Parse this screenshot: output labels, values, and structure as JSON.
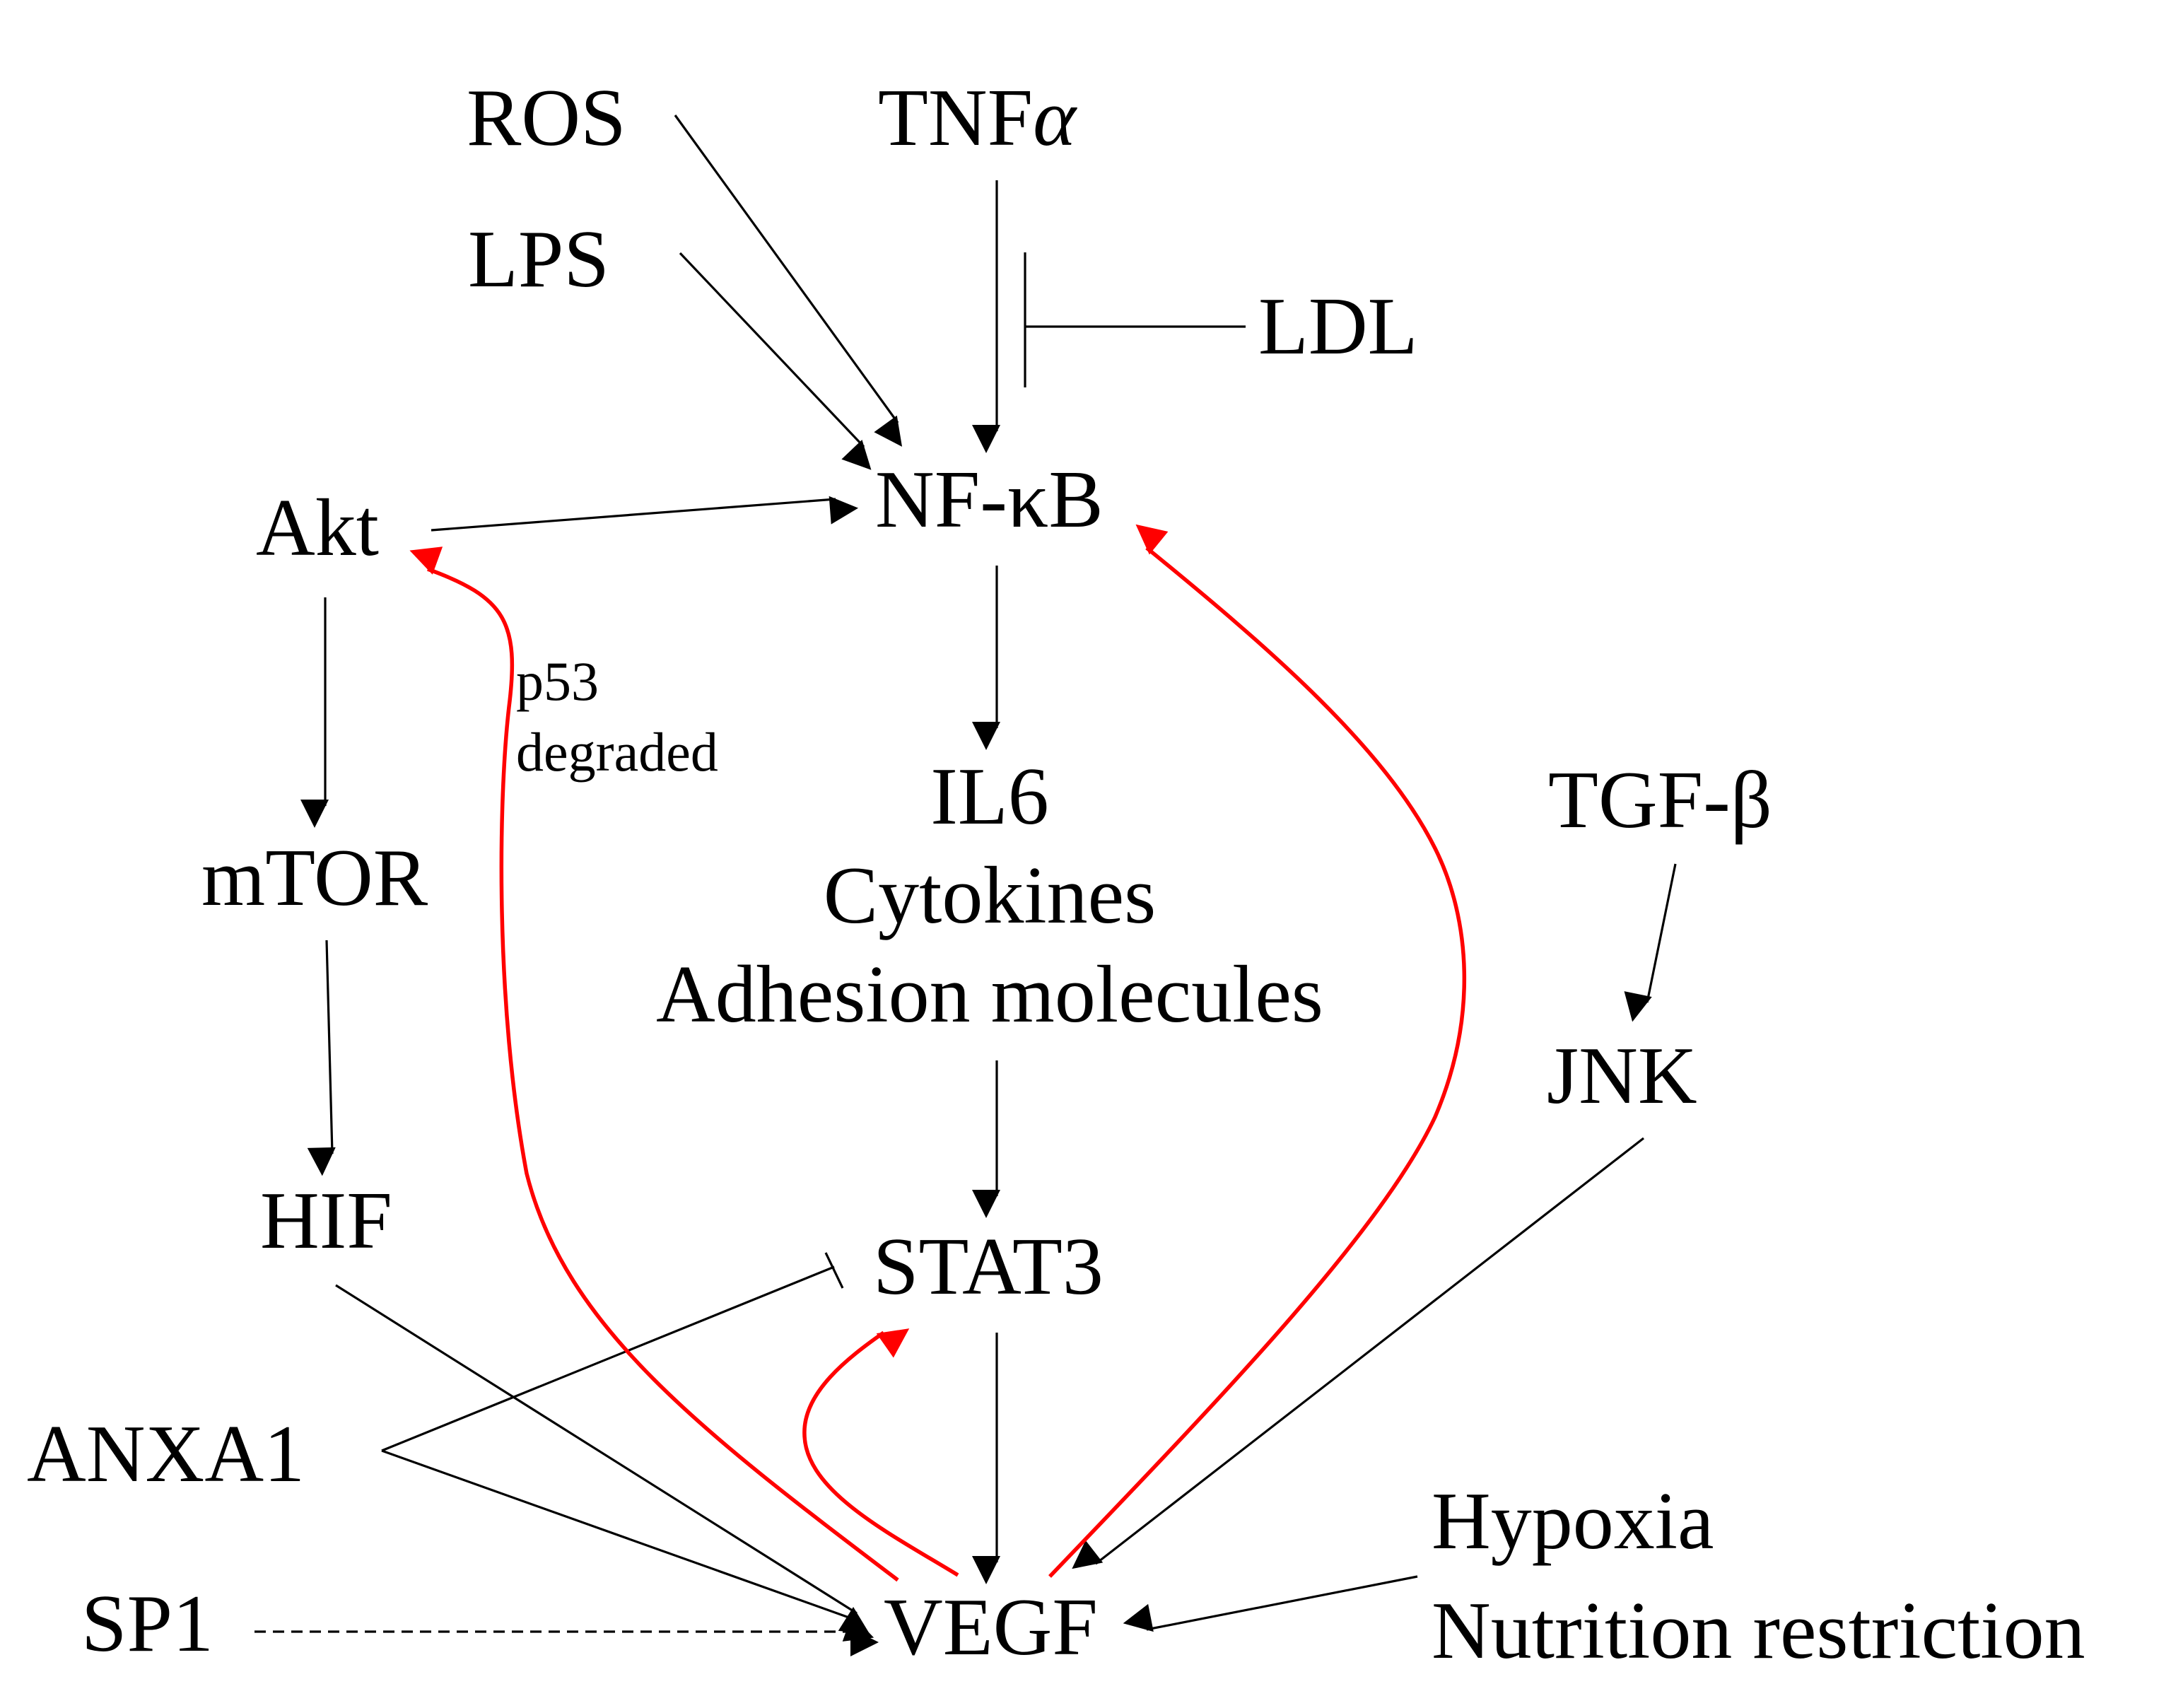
{
  "colors": {
    "text": "#000000",
    "edge": "#000000",
    "feedback": "#ff0000",
    "background": "#ffffff"
  },
  "nodes": {
    "ros": "ROS",
    "lps": "LPS",
    "tnfa_prefix": "TNF",
    "tnfa_greek": "α",
    "ldl": "LDL",
    "nfkb": "NF-κB",
    "akt": "Akt",
    "mtor": "mTOR",
    "hif": "HIF",
    "il6": "IL6",
    "cytokines": "Cytokines",
    "adhesion": "Adhesion molecules",
    "tgfb": "TGF-β",
    "jnk": "JNK",
    "stat3": "STAT3",
    "anxa1": "ANXA1",
    "sp1": "SP1",
    "vegf": "VEGF",
    "hypoxia": "Hypoxia",
    "nutrition": "Nutrition restriction"
  },
  "annotations": {
    "p53_line1": "p53",
    "p53_line2": "degraded"
  },
  "edges": [
    {
      "from": "ROS",
      "to": "NF-κB",
      "type": "activation"
    },
    {
      "from": "LPS",
      "to": "NF-κB",
      "type": "activation"
    },
    {
      "from": "TNFα",
      "to": "NF-κB",
      "type": "activation"
    },
    {
      "from": "LDL",
      "to": "TNFα → NF-κB",
      "type": "inhibition"
    },
    {
      "from": "Akt",
      "to": "NF-κB",
      "type": "activation"
    },
    {
      "from": "Akt",
      "to": "mTOR",
      "type": "activation"
    },
    {
      "from": "mTOR",
      "to": "HIF",
      "type": "activation"
    },
    {
      "from": "HIF",
      "to": "VEGF",
      "type": "activation"
    },
    {
      "from": "NF-κB",
      "to": "IL6 / Cytokines / Adhesion molecules",
      "type": "activation"
    },
    {
      "from": "IL6 / Cytokines / Adhesion molecules",
      "to": "STAT3",
      "type": "activation"
    },
    {
      "from": "STAT3",
      "to": "VEGF",
      "type": "activation"
    },
    {
      "from": "TGF-β",
      "to": "JNK",
      "type": "activation"
    },
    {
      "from": "JNK",
      "to": "VEGF",
      "type": "activation"
    },
    {
      "from": "ANXA1",
      "to": "STAT3",
      "type": "inhibition"
    },
    {
      "from": "ANXA1",
      "to": "VEGF",
      "type": "activation"
    },
    {
      "from": "SP1",
      "to": "VEGF",
      "type": "dashed activation"
    },
    {
      "from": "Hypoxia / Nutrition restriction",
      "to": "VEGF",
      "type": "activation"
    },
    {
      "from": "VEGF",
      "to": "Akt",
      "type": "feedback",
      "label": "p53 degraded"
    },
    {
      "from": "VEGF",
      "to": "STAT3",
      "type": "feedback"
    },
    {
      "from": "VEGF",
      "to": "NF-κB",
      "type": "feedback"
    }
  ]
}
